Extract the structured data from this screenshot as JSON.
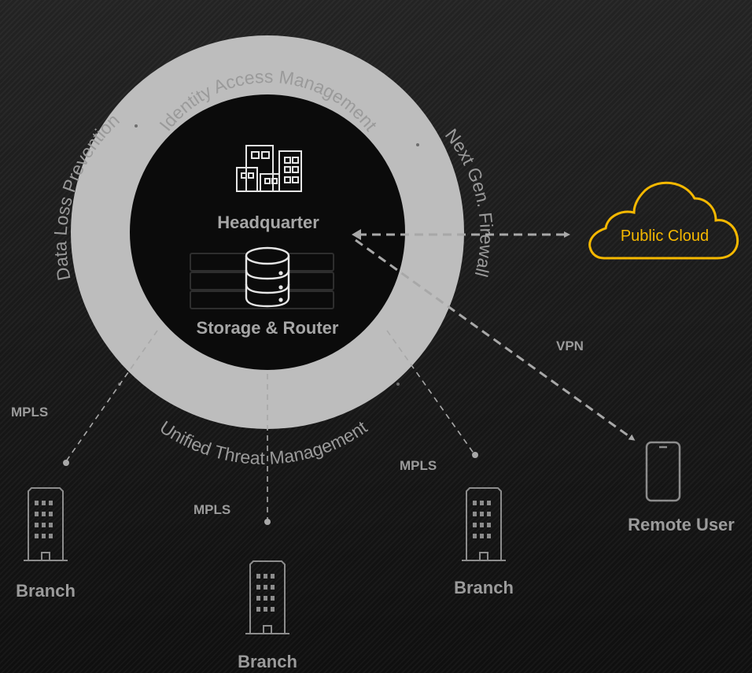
{
  "colors": {
    "ring": "#bdbdbd",
    "core": "#0b0b0b",
    "label": "#9b9b9b",
    "icon": "#e6e6e6",
    "cloud": "#f5b800",
    "dash": "#a8a8a8"
  },
  "ring_labels": {
    "top": "Identity Access Management",
    "left": "Data Loss Prevention",
    "right": "Next Gen. Firewall",
    "bottom": "Unified Threat Management"
  },
  "center": {
    "headquarter": "Headquarter",
    "storage": "Storage & Router"
  },
  "cloud": {
    "label": "Public Cloud"
  },
  "links": {
    "vpn": "VPN",
    "mpls_left": "MPLS",
    "mpls_middle": "MPLS",
    "mpls_right": "MPLS"
  },
  "nodes": {
    "branch_left": "Branch",
    "branch_middle": "Branch",
    "branch_right": "Branch",
    "remote_user": "Remote User"
  },
  "icons": {
    "headquarter": "office-buildings-icon",
    "storage": "database-icon",
    "router": "server-rack-icon",
    "branch": "office-tower-icon",
    "remote_user": "mobile-phone-icon",
    "cloud": "cloud-icon"
  }
}
